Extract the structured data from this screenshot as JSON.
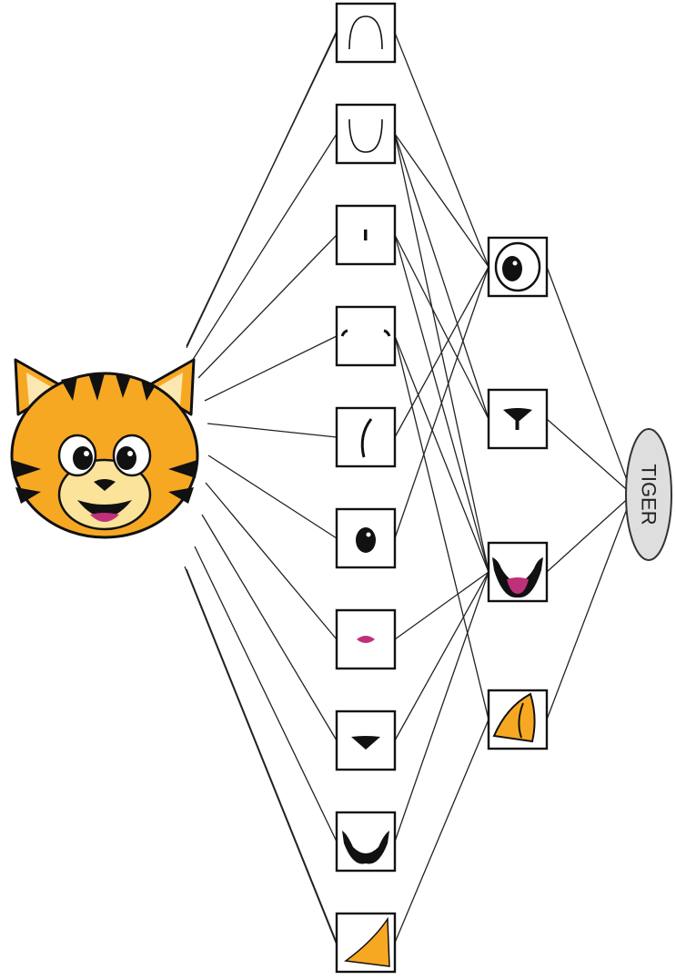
{
  "input_node": {
    "icon": "tiger-face-icon"
  },
  "layer1": [
    {
      "id": "l1-0",
      "icon": "upper-arc-icon"
    },
    {
      "id": "l1-1",
      "icon": "lower-arc-icon"
    },
    {
      "id": "l1-2",
      "icon": "short-stroke-icon"
    },
    {
      "id": "l1-3",
      "icon": "brow-marks-icon"
    },
    {
      "id": "l1-4",
      "icon": "curve-stroke-icon"
    },
    {
      "id": "l1-5",
      "icon": "pupil-icon"
    },
    {
      "id": "l1-6",
      "icon": "tongue-icon"
    },
    {
      "id": "l1-7",
      "icon": "nose-tip-icon"
    },
    {
      "id": "l1-8",
      "icon": "mouth-outline-icon"
    },
    {
      "id": "l1-9",
      "icon": "ear-fragment-icon"
    }
  ],
  "layer2": [
    {
      "id": "l2-0",
      "icon": "eye-icon"
    },
    {
      "id": "l2-1",
      "icon": "nose-icon"
    },
    {
      "id": "l2-2",
      "icon": "mouth-icon"
    },
    {
      "id": "l2-3",
      "icon": "ear-icon"
    }
  ],
  "output_node": {
    "label": "TIGER"
  },
  "connections": {
    "input_to_layer1": [
      0,
      1,
      2,
      3,
      4,
      5,
      6,
      7,
      8,
      9
    ],
    "layer1_to_layer2": [
      [
        0,
        0
      ],
      [
        1,
        0
      ],
      [
        1,
        2
      ],
      [
        2,
        1
      ],
      [
        3,
        2
      ],
      [
        3,
        3
      ],
      [
        4,
        0
      ],
      [
        5,
        0
      ],
      [
        6,
        2
      ],
      [
        7,
        2
      ],
      [
        8,
        2
      ],
      [
        9,
        3
      ],
      [
        2,
        2
      ],
      [
        1,
        1
      ]
    ],
    "layer2_to_output": [
      0,
      1,
      2,
      3
    ]
  },
  "colors": {
    "tiger_orange": "#f7a823",
    "tiger_muzzle": "#fbe39a",
    "tongue_pink": "#c0307a",
    "ink": "#111111"
  }
}
